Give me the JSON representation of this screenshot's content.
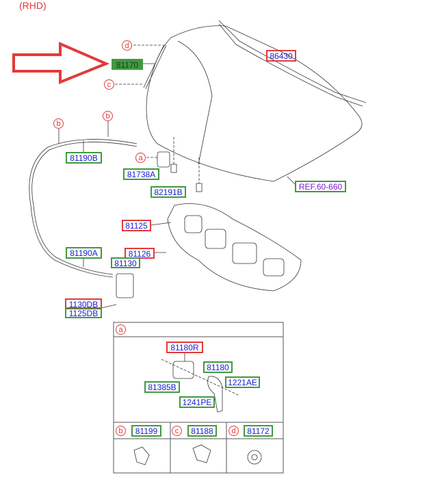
{
  "header": {
    "drive_label": "(RHD)"
  },
  "parts": {
    "p81170": "81170",
    "p86430": "86430",
    "p81190B": "81190B",
    "p81738A": "81738A",
    "p82191B": "82191B",
    "ref": "REF.60-660",
    "p81125": "81125",
    "p81126": "81126",
    "p81130": "81130",
    "p81190A": "81190A",
    "p1130DB": "1130DB",
    "p1125DB": "1125DB"
  },
  "callouts": {
    "a": "a",
    "b": "b",
    "c": "c",
    "d": "d"
  },
  "detail_a": {
    "p81180R": "81180R",
    "p81180": "81180",
    "p81385B": "81385B",
    "p1221AE": "1221AE",
    "p1241PE": "1241PE"
  },
  "detail_row": {
    "b": "81199",
    "c": "81188",
    "d": "81172"
  },
  "colors": {
    "highlight": "#3f9a3f",
    "arrow": "#e23a3a"
  }
}
